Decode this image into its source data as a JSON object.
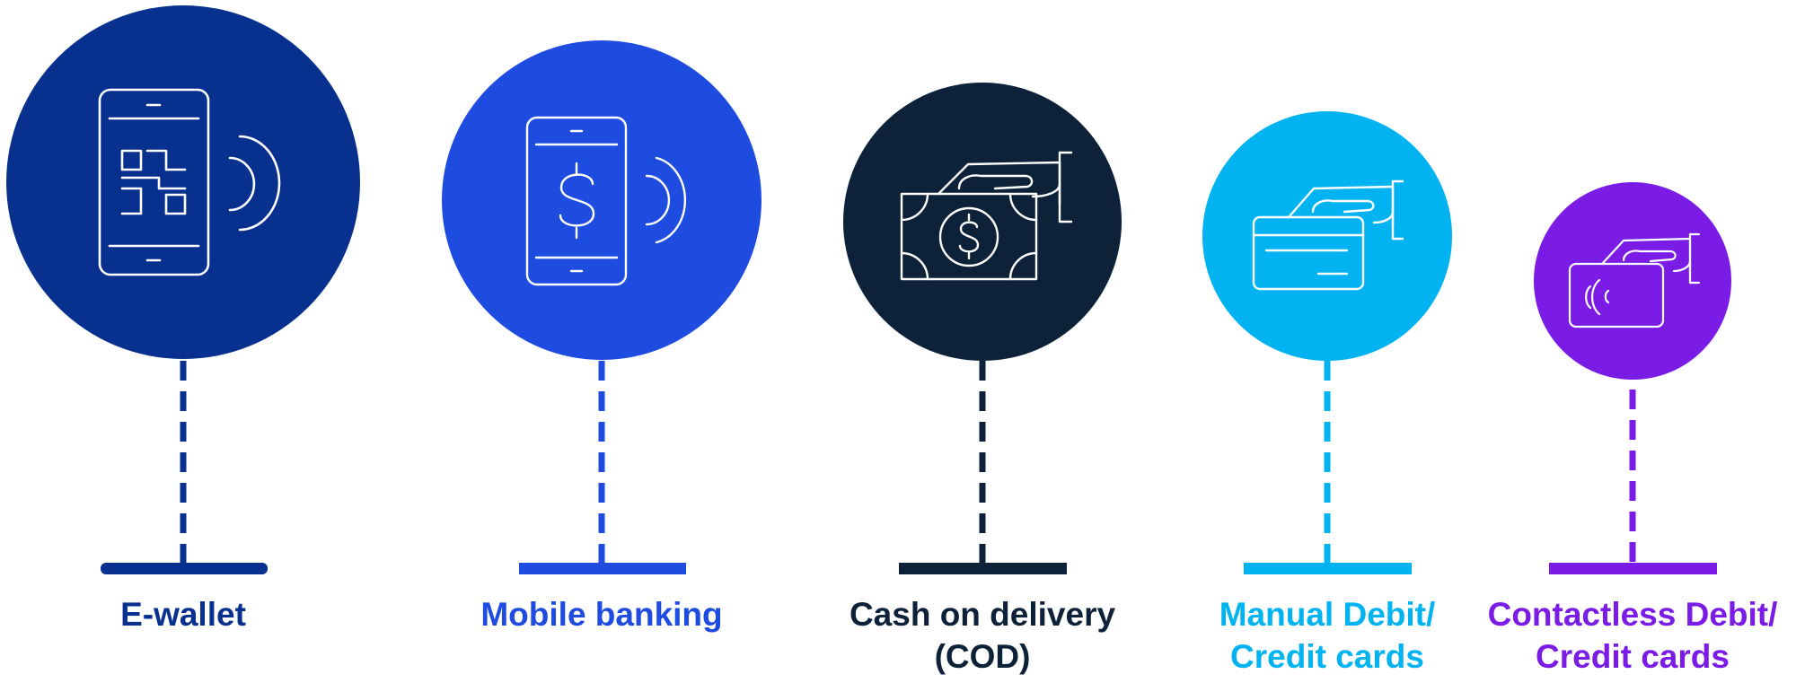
{
  "methods": [
    {
      "label_lines": [
        "E-wallet"
      ],
      "color": "#08318F",
      "icon": "phone-qr-icon"
    },
    {
      "label_lines": [
        "Mobile banking"
      ],
      "color": "#1E4BE0",
      "icon": "phone-dollar-icon"
    },
    {
      "label_lines": [
        "Cash on delivery",
        "(COD)"
      ],
      "color": "#0D2138",
      "icon": "hand-cash-icon"
    },
    {
      "label_lines": [
        "Manual Debit/",
        "Credit cards"
      ],
      "color": "#02B3F1",
      "icon": "hand-card-icon"
    },
    {
      "label_lines": [
        "Contactless Debit/",
        "Credit cards"
      ],
      "color": "#7A1BE6",
      "icon": "hand-contactless-card-icon"
    }
  ]
}
